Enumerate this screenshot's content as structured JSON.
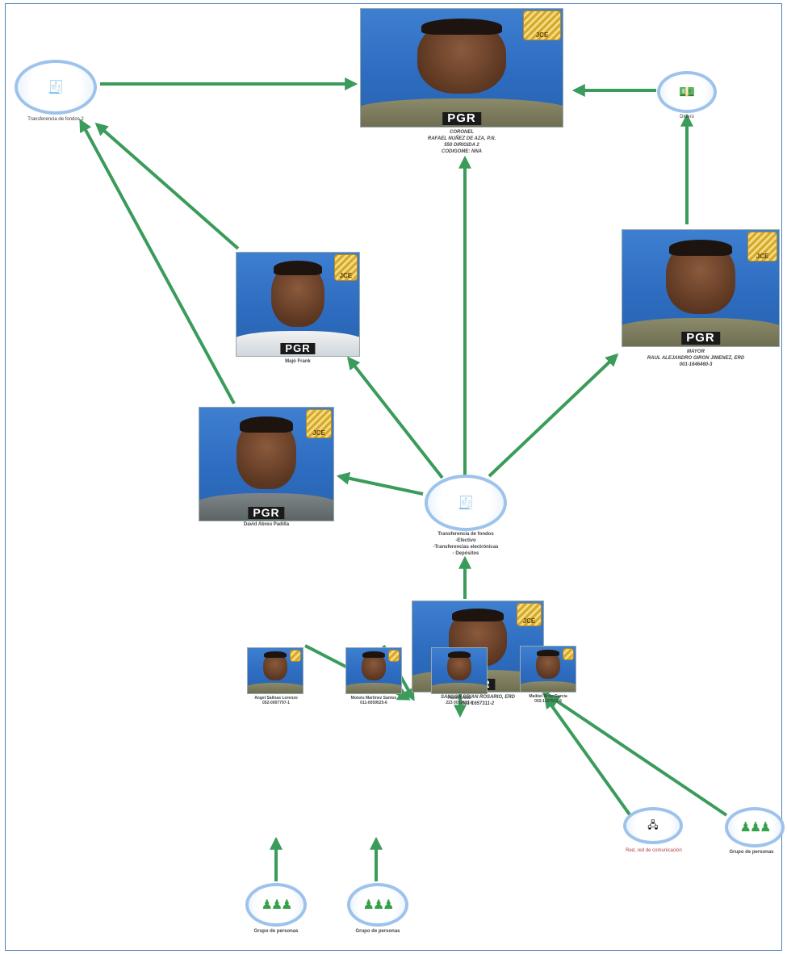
{
  "watermark": "PGR",
  "seal_text": "JCE",
  "people": {
    "colonel": {
      "caption": "CORONEL\nRAFAEL NUÑEZ DE AZA, P.N.\n550 DIRIGIDA 2\nCODIGOME: NNA"
    },
    "major": {
      "caption": "MAYOR\nRAUL ALEJANDRO GIRON JIMENEZ, ERD\n001-1646460-3"
    },
    "mid_left": {
      "caption": "Majó Frank"
    },
    "lower_left": {
      "caption": "David Abreu Padilla"
    },
    "main": {
      "caption": "SANSON BRIAN ROSARIO, ERD\n001-1657311-2"
    },
    "sub1": {
      "caption": "Angel Salinas Lorenzo\n052-0007797-1"
    },
    "sub2": {
      "caption": "Moisés Martínez Santos\n011-0059525-6"
    },
    "sub3": {
      "caption": "Pasilt Cross\n223 0012613 4"
    },
    "sub4": {
      "caption": "Maikiel Bello Garcia\n002-1167523-9"
    }
  },
  "nodes": {
    "transfer_left": {
      "label": "Transferencia de fondos 2",
      "icon": "money-transfer-icon"
    },
    "money_right": {
      "label": "Dinero",
      "icon": "money-icon"
    },
    "transfer_center": {
      "label": "Transferencia de fondos\n-Efectivo\n-Transferencias electrónicas\n- Depósitos",
      "icon": "money-transfer-icon"
    },
    "network": {
      "label": "Red, red de comunicación",
      "icon": "network-icon"
    },
    "group_right": {
      "label": "Grupo de personas",
      "icon": "people-group-icon"
    },
    "group_bottom1": {
      "label": "Grupo de personas",
      "icon": "people-group-icon"
    },
    "group_bottom2": {
      "label": "Grupo de personas",
      "icon": "people-group-icon"
    }
  },
  "colors": {
    "edge": "#3a9b5a",
    "node_ring": "#9dc3ec",
    "frame": "#4f81bd"
  }
}
